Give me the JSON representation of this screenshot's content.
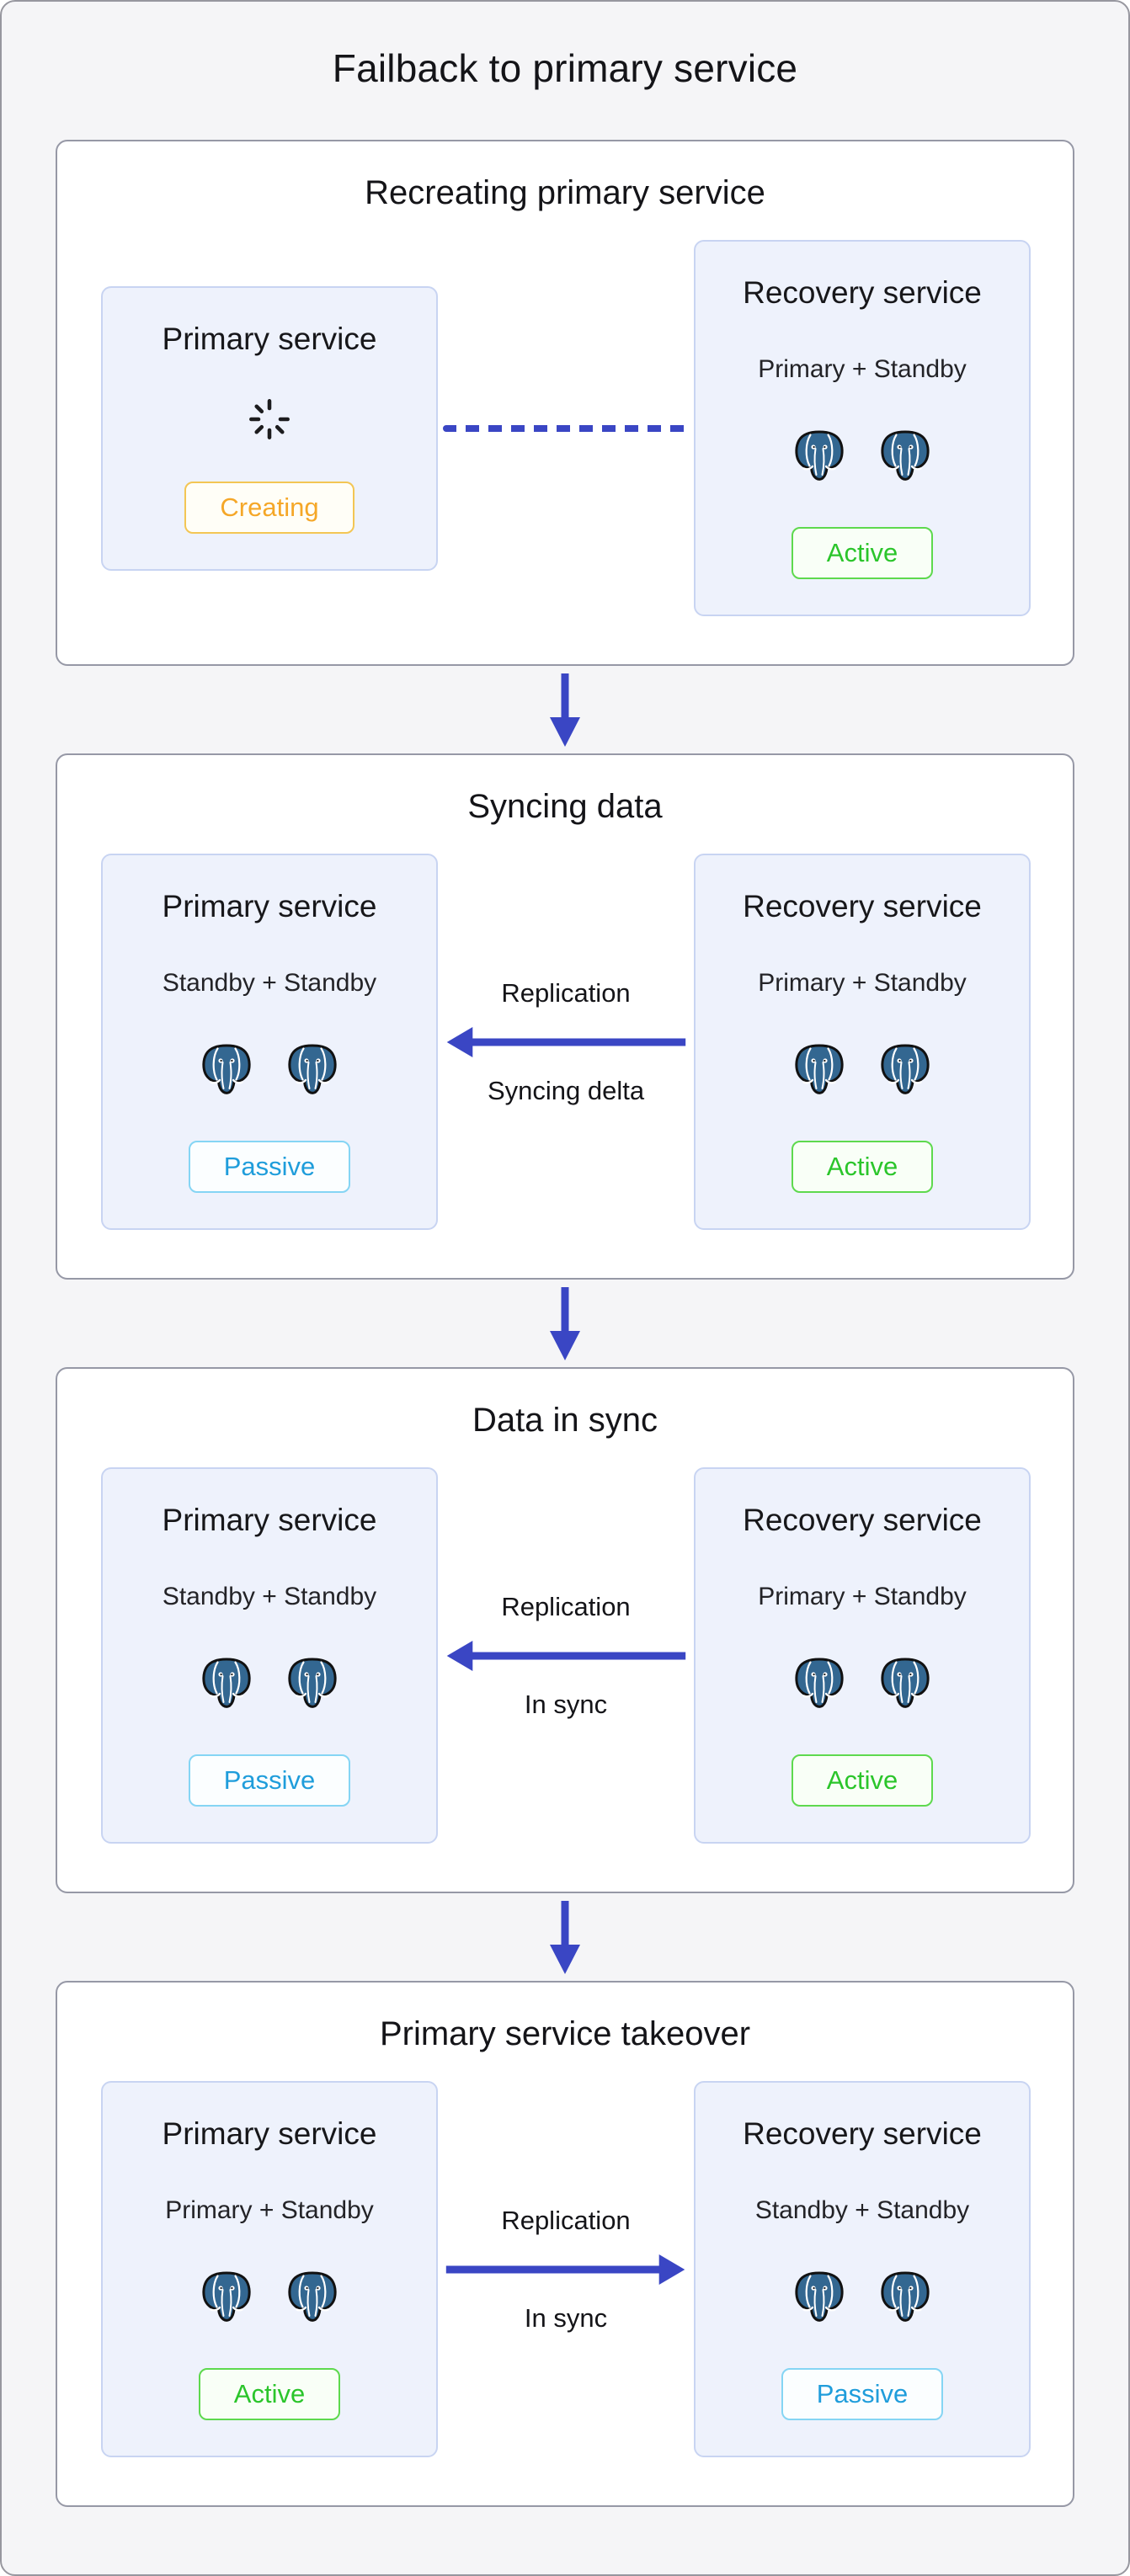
{
  "page": {
    "title": "Failback to primary service"
  },
  "colors": {
    "accent_indigo": "#3a46c4",
    "postgres_blue": "#336791",
    "creating_text": "#f5a728",
    "creating_border": "#f3c654",
    "active_text": "#2bc52b",
    "active_border": "#5ed94e",
    "passive_text": "#1f9ddb",
    "passive_border": "#85d5f4",
    "service_box_bg": "#eef2fc",
    "service_box_border": "#c8d4f2",
    "panel_border": "#9698a6",
    "page_bg": "#f5f5f7"
  },
  "icons": {
    "spinner": "loading-spinner-icon",
    "postgres": "postgresql-elephant-icon",
    "down_arrow": "flow-down-arrow-icon"
  },
  "panels": [
    {
      "title": "Recreating primary service",
      "left": {
        "title": "Primary service",
        "status": "Creating"
      },
      "connector": {
        "type": "dashed-line"
      },
      "right": {
        "title": "Recovery service",
        "subtitle": "Primary + Standby",
        "status": "Active"
      }
    },
    {
      "title": "Syncing data",
      "left": {
        "title": "Primary service",
        "subtitle": "Standby + Standby",
        "status": "Passive"
      },
      "connector": {
        "type": "arrow-left",
        "label_top": "Replication",
        "label_bottom": "Syncing delta"
      },
      "right": {
        "title": "Recovery service",
        "subtitle": "Primary + Standby",
        "status": "Active"
      }
    },
    {
      "title": "Data in sync",
      "left": {
        "title": "Primary service",
        "subtitle": "Standby + Standby",
        "status": "Passive"
      },
      "connector": {
        "type": "arrow-left",
        "label_top": "Replication",
        "label_bottom": "In sync"
      },
      "right": {
        "title": "Recovery service",
        "subtitle": "Primary + Standby",
        "status": "Active"
      }
    },
    {
      "title": "Primary service takeover",
      "left": {
        "title": "Primary service",
        "subtitle": "Primary + Standby",
        "status": "Active"
      },
      "connector": {
        "type": "arrow-right",
        "label_top": "Replication",
        "label_bottom": "In sync"
      },
      "right": {
        "title": "Recovery service",
        "subtitle": "Standby + Standby",
        "status": "Passive"
      }
    }
  ]
}
